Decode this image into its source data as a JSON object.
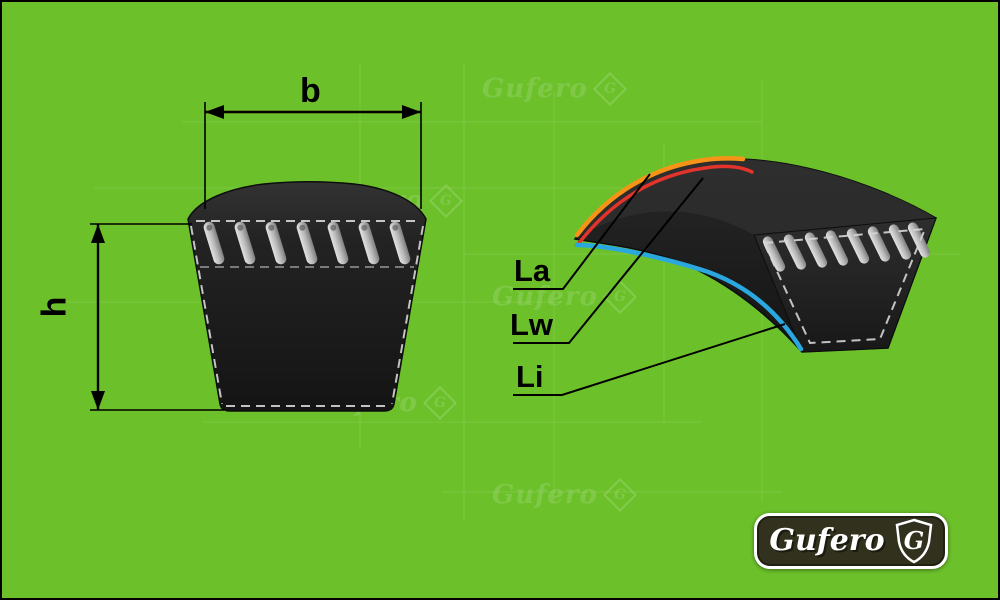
{
  "colors": {
    "background": "#6cc12b",
    "belt": "#1c1c1c",
    "la": "#f79418",
    "lw": "#e2342a",
    "li": "#2ba7e0"
  },
  "dimensions": {
    "width_label": "b",
    "height_label": "h"
  },
  "lengths": {
    "outer": "La",
    "pitch": "Lw",
    "inner": "Li"
  },
  "logo": {
    "brand": "Gufero",
    "monogram": "G"
  },
  "watermark": {
    "brand": "Gufero",
    "monogram": "G"
  }
}
